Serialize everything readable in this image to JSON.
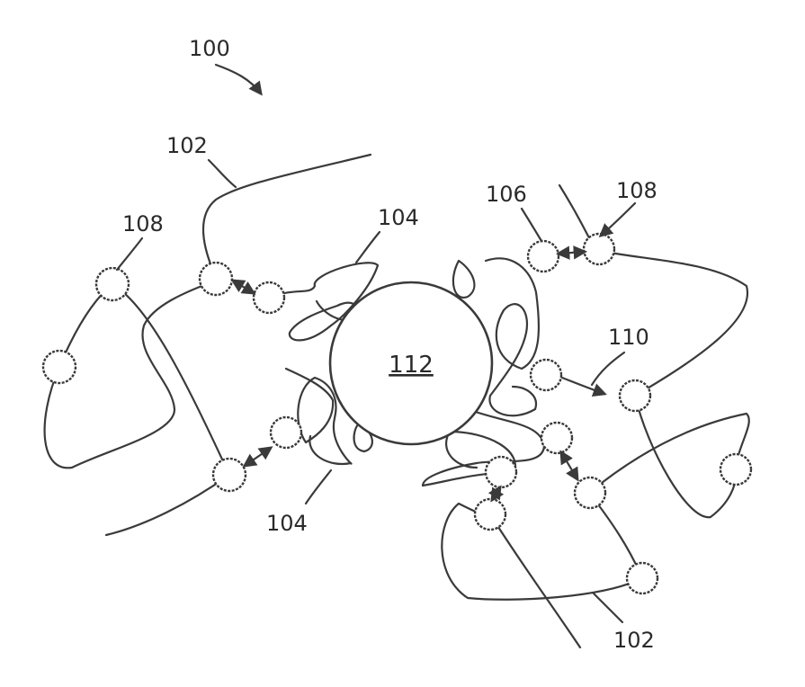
{
  "figure": {
    "labels": {
      "figure_number": "100",
      "core": "112",
      "strand_top": "102",
      "strand_bottom": "102",
      "ligand_top": "104",
      "ligand_bottom": "104",
      "linker": "106",
      "unit_left": "108",
      "unit_right": "108",
      "crosslink": "110"
    }
  }
}
